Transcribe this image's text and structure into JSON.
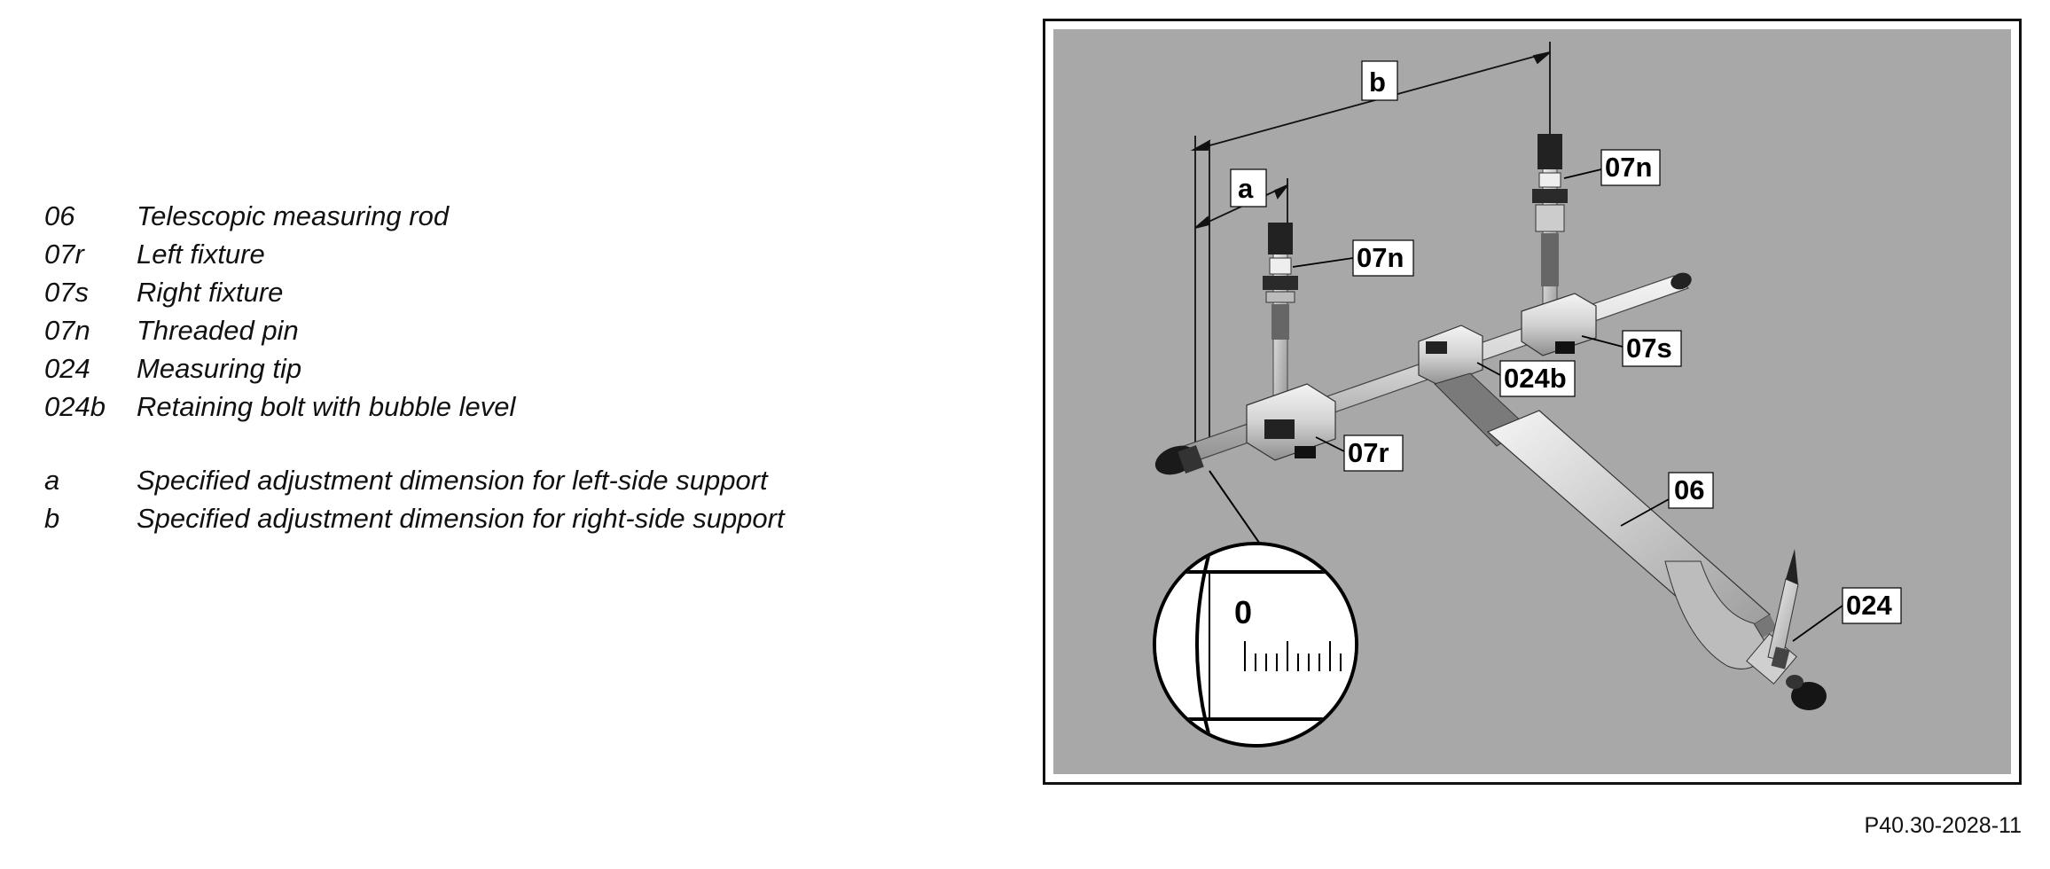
{
  "legend": {
    "items": [
      {
        "code": "06",
        "desc": "Telescopic measuring rod"
      },
      {
        "code": "07r",
        "desc": "Left fixture"
      },
      {
        "code": "07s",
        "desc": "Right fixture"
      },
      {
        "code": "07n",
        "desc": "Threaded pin"
      },
      {
        "code": "024",
        "desc": "Measuring tip"
      },
      {
        "code": "024b",
        "desc": "Retaining bolt with bubble level"
      }
    ],
    "dims": [
      {
        "code": "a",
        "desc": "Specified adjustment dimension for left-side support"
      },
      {
        "code": "b",
        "desc": "Specified adjustment dimension for right-side support"
      }
    ]
  },
  "figure": {
    "background_color": "#a8a8a8",
    "labels": {
      "dim_a": "a",
      "dim_b": "b",
      "pin_left": "07n",
      "pin_right": "07n",
      "right_fixture": "07s",
      "retaining_bolt": "024b",
      "left_fixture": "07r",
      "measuring_rod": "06",
      "measuring_tip": "024",
      "scale_zero": "0"
    },
    "figure_id": "P40.30-2028-11"
  }
}
